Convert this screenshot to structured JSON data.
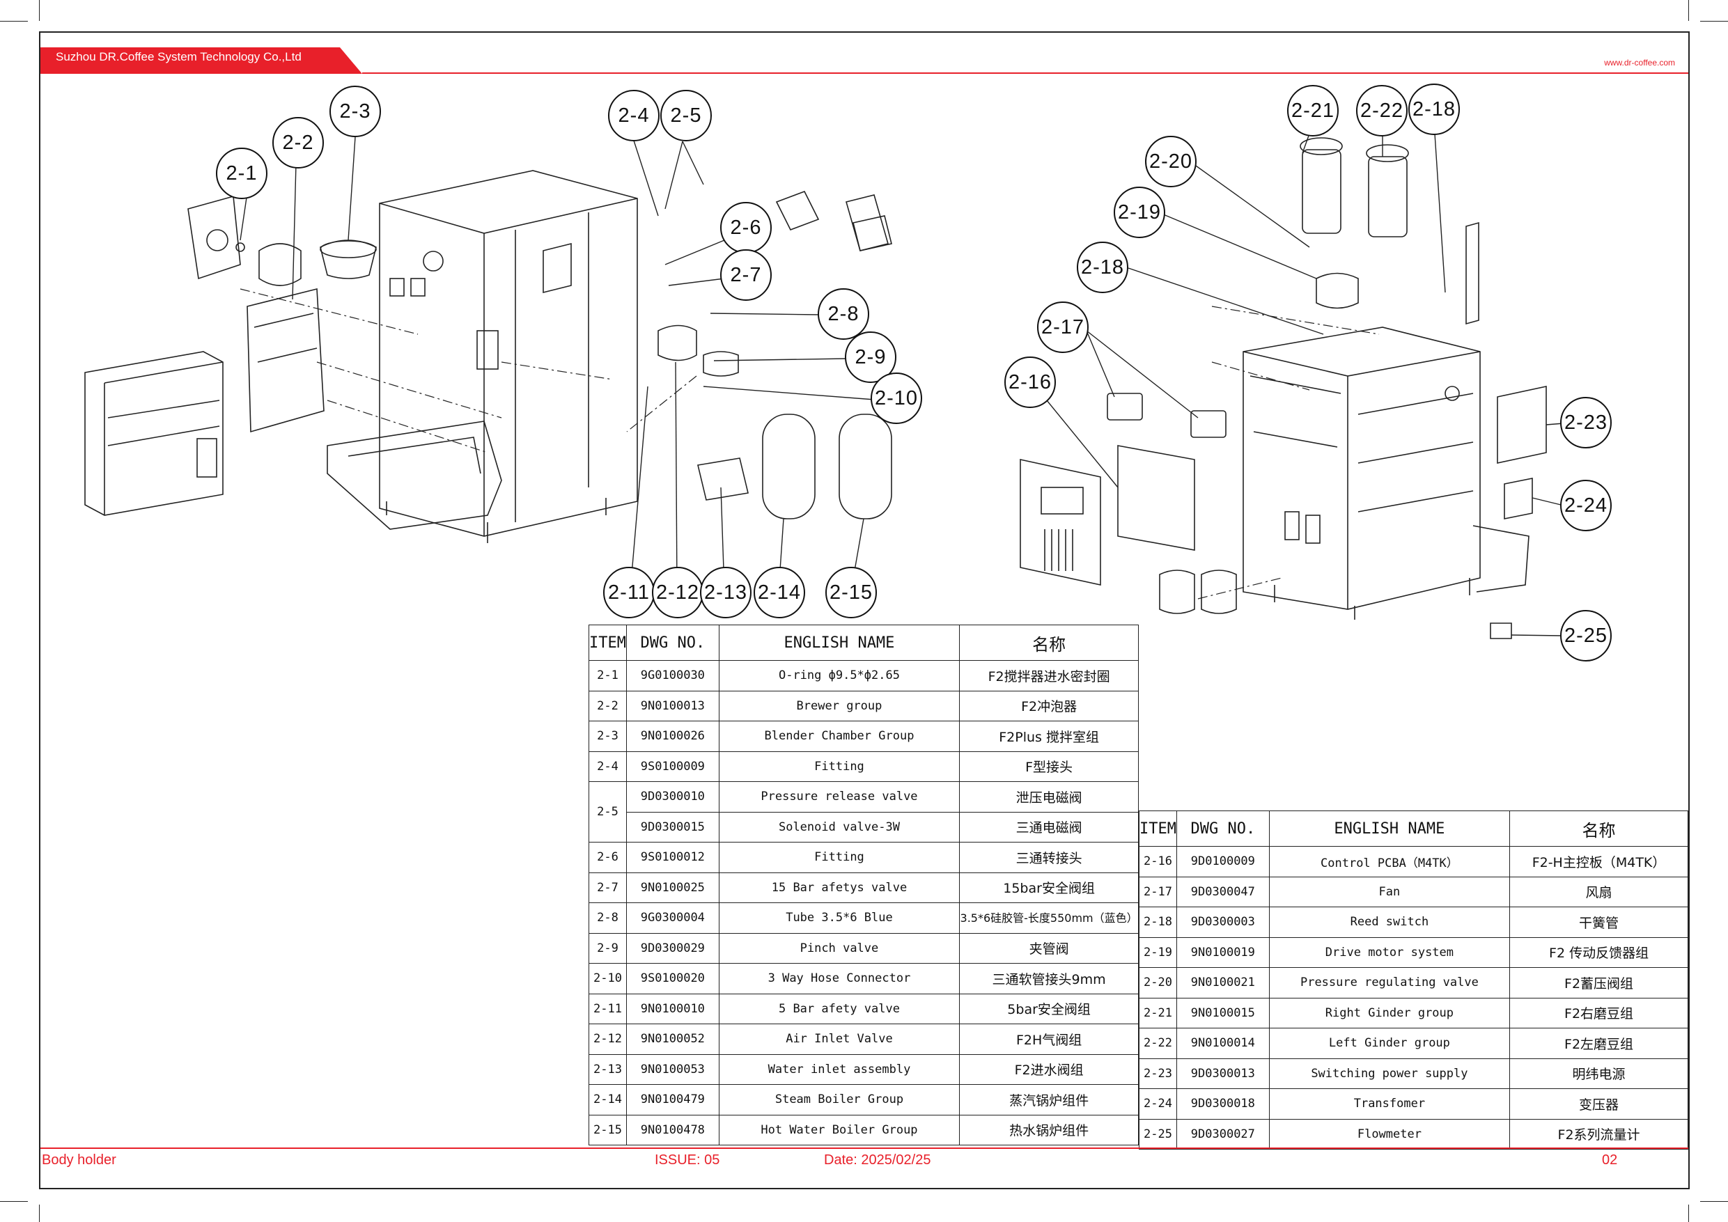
{
  "header": {
    "company": "Suzhou DR.Coffee System Technology Co.,Ltd",
    "website": "www.dr-coffee.com"
  },
  "footer": {
    "section": "Body holder",
    "issue": "ISSUE:  05",
    "date": "Date:  2025/02/25",
    "page": "02"
  },
  "callouts": [
    "2-1",
    "2-2",
    "2-3",
    "2-4",
    "2-5",
    "2-6",
    "2-7",
    "2-8",
    "2-9",
    "2-10",
    "2-11",
    "2-12",
    "2-13",
    "2-14",
    "2-15",
    "2-16",
    "2-17",
    "2-18",
    "2-18",
    "2-19",
    "2-20",
    "2-21",
    "2-22",
    "2-23",
    "2-24",
    "2-25"
  ],
  "table_headers": {
    "item": "ITEM",
    "dwg": "DWG NO.",
    "english": "ENGLISH NAME",
    "chinese": "名称"
  },
  "left_table": [
    {
      "item": "2-1",
      "dwg": "9G0100030",
      "english": "O-ring ф9.5*ф2.65",
      "chinese": "F2搅拌器进水密封圈"
    },
    {
      "item": "2-2",
      "dwg": "9N0100013",
      "english": "Brewer group",
      "chinese": "F2冲泡器"
    },
    {
      "item": "2-3",
      "dwg": "9N0100026",
      "english": "Blender Chamber Group",
      "chinese": "F2Plus 搅拌室组"
    },
    {
      "item": "2-4",
      "dwg": "9S0100009",
      "english": "Fitting",
      "chinese": "F型接头"
    },
    {
      "item": "2-5",
      "dwg": "9D0300010",
      "english": "Pressure release valve",
      "chinese": "泄压电磁阀"
    },
    {
      "item": "",
      "dwg": "9D0300015",
      "english": "Solenoid valve-3W",
      "chinese": "三通电磁阀"
    },
    {
      "item": "2-6",
      "dwg": "9S0100012",
      "english": "Fitting",
      "chinese": "三通转接头"
    },
    {
      "item": "2-7",
      "dwg": "9N0100025",
      "english": "15 Bar afetys valve",
      "chinese": "15bar安全阀组"
    },
    {
      "item": "2-8",
      "dwg": "9G0300004",
      "english": "Tube 3.5*6 Blue",
      "chinese": "3.5*6硅胶管-长度550mm（蓝色）"
    },
    {
      "item": "2-9",
      "dwg": "9D0300029",
      "english": "Pinch valve",
      "chinese": "夹管阀"
    },
    {
      "item": "2-10",
      "dwg": "9S0100020",
      "english": "3 Way Hose Connector",
      "chinese": "三通软管接头9mm"
    },
    {
      "item": "2-11",
      "dwg": "9N0100010",
      "english": "5 Bar afety valve",
      "chinese": "5bar安全阀组"
    },
    {
      "item": "2-12",
      "dwg": "9N0100052",
      "english": "Air Inlet Valve",
      "chinese": "F2H气阀组"
    },
    {
      "item": "2-13",
      "dwg": "9N0100053",
      "english": "Water inlet assembly",
      "chinese": "F2进水阀组"
    },
    {
      "item": "2-14",
      "dwg": "9N0100479",
      "english": "Steam Boiler Group",
      "chinese": "蒸汽锅炉组件"
    },
    {
      "item": "2-15",
      "dwg": "9N0100478",
      "english": "Hot Water Boiler Group",
      "chinese": "热水锅炉组件"
    }
  ],
  "right_table": [
    {
      "item": "2-16",
      "dwg": "9D0100009",
      "english": "Control PCBA（M4TK）",
      "chinese": "F2-H主控板（M4TK）"
    },
    {
      "item": "2-17",
      "dwg": "9D0300047",
      "english": "Fan",
      "chinese": "风扇"
    },
    {
      "item": "2-18",
      "dwg": "9D0300003",
      "english": "Reed switch",
      "chinese": "干簧管"
    },
    {
      "item": "2-19",
      "dwg": "9N0100019",
      "english": "Drive motor system",
      "chinese": "F2 传动反馈器组"
    },
    {
      "item": "2-20",
      "dwg": "9N0100021",
      "english": "Pressure regulating valve",
      "chinese": "F2蓄压阀组"
    },
    {
      "item": "2-21",
      "dwg": "9N0100015",
      "english": "Right Ginder group",
      "chinese": "F2右磨豆组"
    },
    {
      "item": "2-22",
      "dwg": "9N0100014",
      "english": "Left Ginder group",
      "chinese": "F2左磨豆组"
    },
    {
      "item": "2-23",
      "dwg": "9D0300013",
      "english": "Switching power supply",
      "chinese": "明纬电源"
    },
    {
      "item": "2-24",
      "dwg": "9D0300018",
      "english": "Transfomer",
      "chinese": "变压器"
    },
    {
      "item": "2-25",
      "dwg": "9D0300027",
      "english": "Flowmeter",
      "chinese": "F2系列流量计"
    }
  ]
}
